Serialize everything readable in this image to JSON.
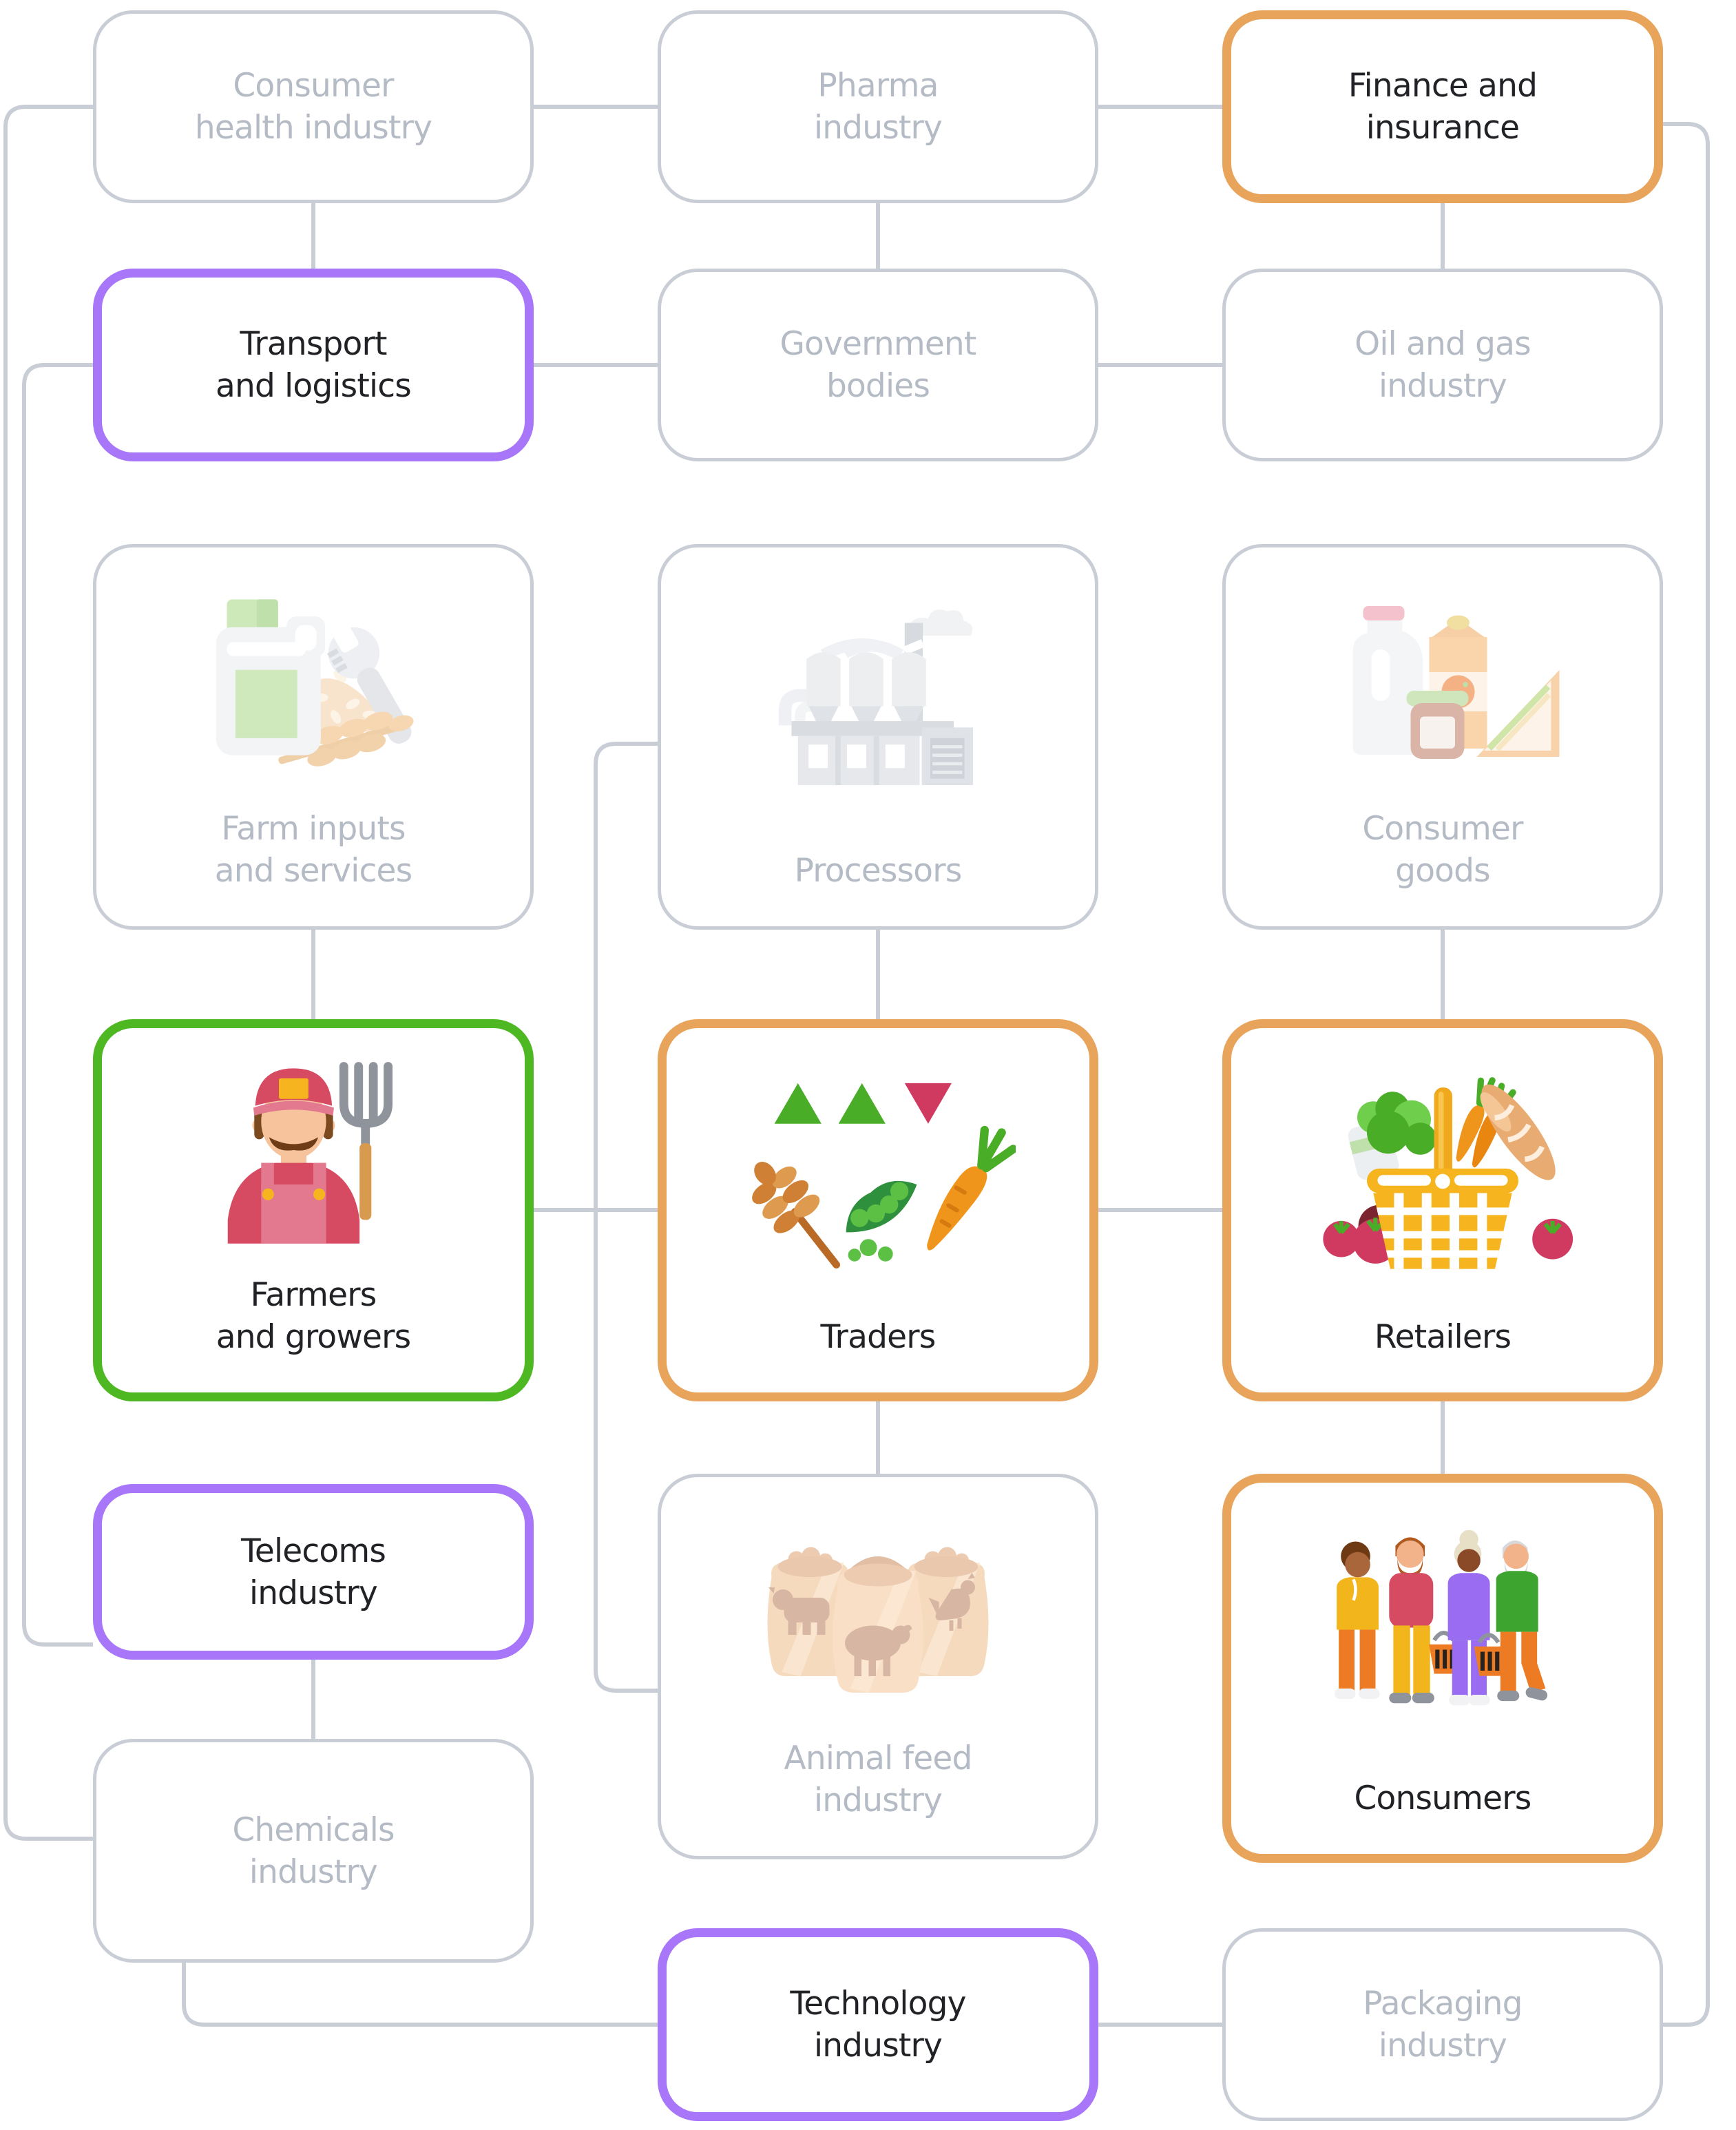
{
  "diagram": {
    "name": "food-supply-chain-ecosystem",
    "palette": {
      "background": "#ffffff",
      "line_gray": "#c9ced6",
      "border_gray": "#c9ced6",
      "border_purple": "#a876f8",
      "border_orange": "#e9a45b",
      "border_green": "#4eb822",
      "text_gray": "#b4bbc5",
      "text_black": "#212226"
    },
    "nodes": [
      {
        "id": "consumer-health-industry",
        "label": "Consumer\nhealth industry",
        "border": "gray",
        "emphasis": false,
        "icon": null
      },
      {
        "id": "pharma-industry",
        "label": "Pharma\nindustry",
        "border": "gray",
        "emphasis": false,
        "icon": null
      },
      {
        "id": "finance-and-insurance",
        "label": "Finance and\ninsurance",
        "border": "orange",
        "emphasis": true,
        "icon": null
      },
      {
        "id": "transport-and-logistics",
        "label": "Transport\nand logistics",
        "border": "purple",
        "emphasis": true,
        "icon": null
      },
      {
        "id": "government-bodies",
        "label": "Government\nbodies",
        "border": "gray",
        "emphasis": false,
        "icon": null
      },
      {
        "id": "oil-and-gas-industry",
        "label": "Oil and gas\nindustry",
        "border": "gray",
        "emphasis": false,
        "icon": null
      },
      {
        "id": "farm-inputs-and-services",
        "label": "Farm inputs\nand services",
        "border": "gray",
        "emphasis": false,
        "icon": "farm-inputs-icon"
      },
      {
        "id": "processors",
        "label": "Processors",
        "border": "gray",
        "emphasis": false,
        "icon": "processors-factory-icon"
      },
      {
        "id": "consumer-goods",
        "label": "Consumer\ngoods",
        "border": "gray",
        "emphasis": false,
        "icon": "consumer-goods-icon"
      },
      {
        "id": "farmers-and-growers",
        "label": "Farmers\nand growers",
        "border": "green",
        "emphasis": true,
        "icon": "farmer-icon"
      },
      {
        "id": "traders",
        "label": "Traders",
        "border": "orange",
        "emphasis": true,
        "icon": "traders-produce-icon"
      },
      {
        "id": "retailers",
        "label": "Retailers",
        "border": "orange",
        "emphasis": true,
        "icon": "shopping-basket-icon"
      },
      {
        "id": "telecoms-industry",
        "label": "Telecoms\nindustry",
        "border": "purple",
        "emphasis": true,
        "icon": null
      },
      {
        "id": "animal-feed-industry",
        "label": "Animal feed\nindustry",
        "border": "gray",
        "emphasis": false,
        "icon": "animal-feed-icon"
      },
      {
        "id": "consumers",
        "label": "Consumers",
        "border": "orange",
        "emphasis": true,
        "icon": "consumers-people-icon"
      },
      {
        "id": "chemicals-industry",
        "label": "Chemicals\nindustry",
        "border": "gray",
        "emphasis": false,
        "icon": null
      },
      {
        "id": "technology-industry",
        "label": "Technology\nindustry",
        "border": "purple",
        "emphasis": true,
        "icon": null
      },
      {
        "id": "packaging-industry",
        "label": "Packaging\nindustry",
        "border": "gray",
        "emphasis": false,
        "icon": null
      }
    ],
    "connections": [
      {
        "from": "consumer-health-industry",
        "to": "pharma-industry"
      },
      {
        "from": "pharma-industry",
        "to": "finance-and-insurance"
      },
      {
        "from": "consumer-health-industry",
        "to": "transport-and-logistics"
      },
      {
        "from": "pharma-industry",
        "to": "government-bodies"
      },
      {
        "from": "finance-and-insurance",
        "to": "oil-and-gas-industry"
      },
      {
        "from": "transport-and-logistics",
        "to": "government-bodies"
      },
      {
        "from": "government-bodies",
        "to": "oil-and-gas-industry"
      },
      {
        "from": "consumer-health-industry",
        "to": "chemicals-industry"
      },
      {
        "from": "transport-and-logistics",
        "to": "telecoms-industry"
      },
      {
        "from": "farm-inputs-and-services",
        "to": "farmers-and-growers"
      },
      {
        "from": "processors",
        "to": "traders"
      },
      {
        "from": "consumer-goods",
        "to": "retailers"
      },
      {
        "from": "farmers-and-growers",
        "to": "traders"
      },
      {
        "from": "traders",
        "to": "retailers"
      },
      {
        "from": "traders",
        "to": "animal-feed-industry"
      },
      {
        "from": "retailers",
        "to": "consumers"
      },
      {
        "from": "telecoms-industry",
        "to": "chemicals-industry"
      },
      {
        "from": "processors",
        "to": "animal-feed-industry"
      },
      {
        "from": "finance-and-insurance",
        "to": "packaging-industry"
      },
      {
        "from": "chemicals-industry",
        "to": "technology-industry"
      },
      {
        "from": "technology-industry",
        "to": "packaging-industry"
      }
    ]
  }
}
